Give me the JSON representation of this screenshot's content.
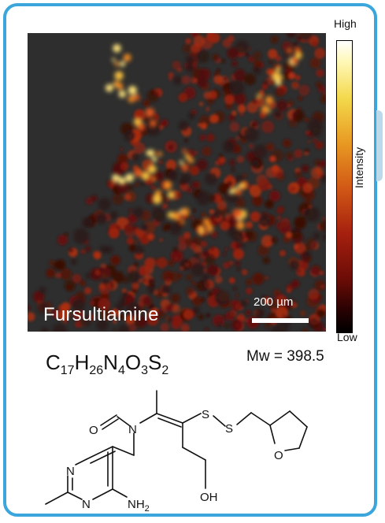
{
  "image_label": "Fursultiamine",
  "scale_bar": "200 µm",
  "colorbar": {
    "high": "High",
    "low": "Low",
    "axis_label": "Intensity"
  },
  "formula": {
    "C": "C",
    "c_count": "17",
    "H": "H",
    "h_count": "26",
    "N": "N",
    "n_count": "4",
    "O": "O",
    "o_count": "3",
    "S": "S",
    "s_count": "2"
  },
  "mw": "Mw = 398.5",
  "atoms": {
    "o_aldehyde": "O",
    "n_amide": "N",
    "s1": "S",
    "s2": "S",
    "n_ring1": "N",
    "n_ring2": "N",
    "nh2": "NH",
    "nh2_sub": "2",
    "o_ring": "O",
    "oh": "OH"
  },
  "colors": {
    "frame": "#3aa6dc",
    "background": "#2d2d2d"
  }
}
